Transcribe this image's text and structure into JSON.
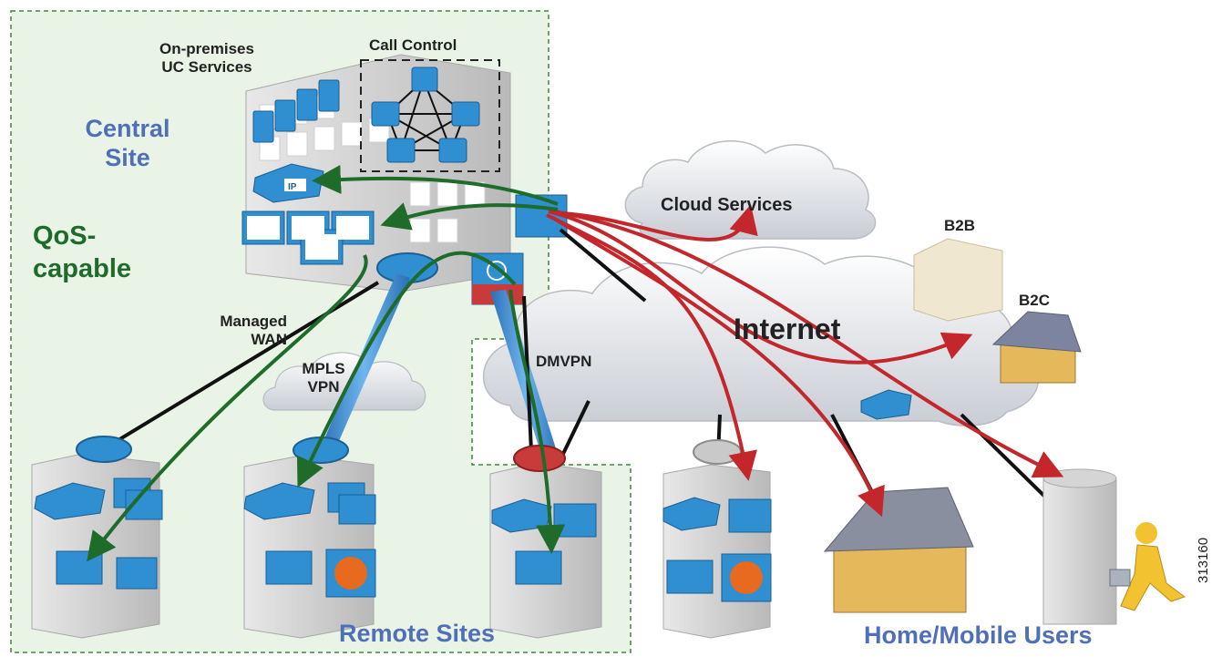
{
  "labels": {
    "on_premises": "On-premises\nUC Services",
    "call_control": "Call Control",
    "central_site": "Central\nSite",
    "qos_capable": "QoS-\ncapable",
    "managed_wan": "Managed\nWAN",
    "mpls_vpn": "MPLS\nVPN",
    "dmvpn": "DMVPN",
    "cloud_services": "Cloud Services",
    "b2b": "B2B",
    "b2c": "B2C",
    "internet": "Internet",
    "remote_sites": "Remote Sites",
    "home_mobile_users": "Home/Mobile Users",
    "figure_id": "313160"
  },
  "phone_badge": "IP",
  "colors": {
    "zone_fill": "#e9f4e6",
    "zone_border": "#3c8a3c",
    "green_flow": "#1e6b2a",
    "red_flow": "#c3262b",
    "wan_link": "#111111",
    "blue_tunnel": "#3a8fd6",
    "device_blue": "#2f8fd0",
    "label_blue": "#4f6fb8",
    "label_green": "#1e6b2a"
  },
  "icons": [
    "building-icon",
    "router-icon",
    "switch-icon",
    "firewall-icon",
    "ip-phone-icon",
    "video-endpoint-icon",
    "laptop-icon",
    "browser-icon",
    "house-icon",
    "cloud-icon",
    "server-icon",
    "mobile-user-icon"
  ]
}
